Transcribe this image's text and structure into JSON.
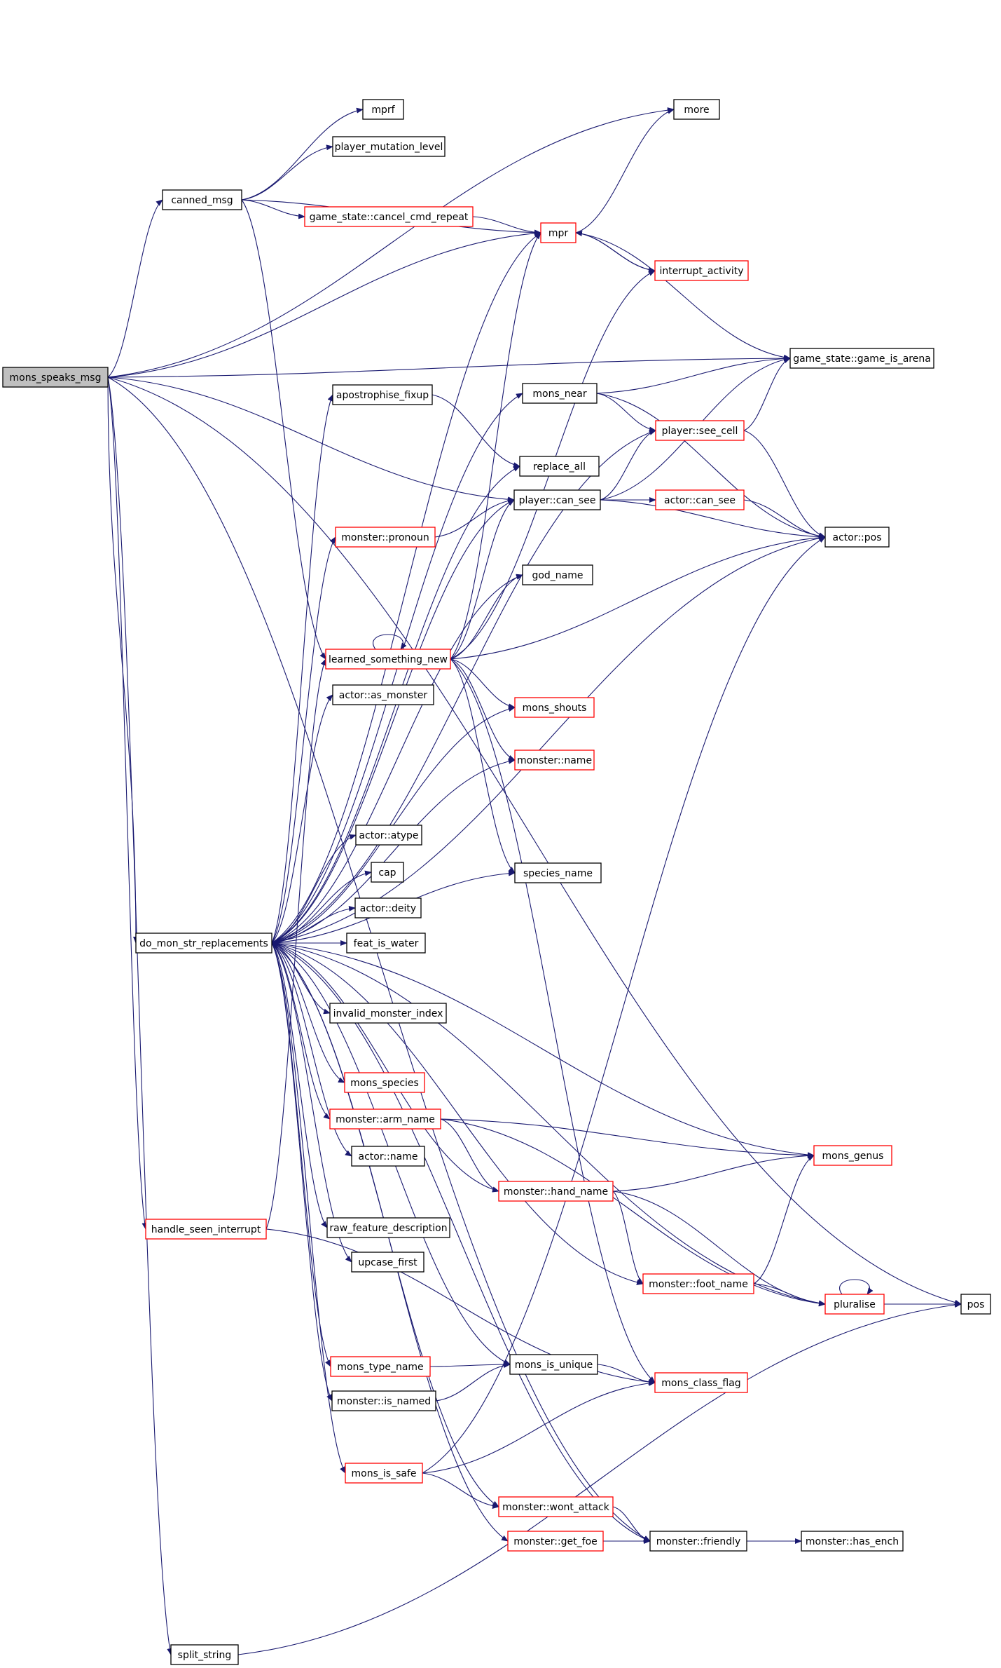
{
  "colors": {
    "edge": "#191970",
    "root_fill": "#bfbfbf",
    "node_fill": "#ffffff",
    "plain_border": "#000000",
    "link_border": "#ff0000"
  },
  "nodes": [
    {
      "id": "mons_speaks_msg",
      "label": "mons_speaks_msg",
      "style": "root"
    },
    {
      "id": "canned_msg",
      "label": "canned_msg",
      "style": "plain"
    },
    {
      "id": "do_mon_str_replacements",
      "label": "do_mon_str_replacements",
      "style": "plain"
    },
    {
      "id": "handle_seen_interrupt",
      "label": "handle_seen_interrupt",
      "style": "red"
    },
    {
      "id": "split_string",
      "label": "split_string",
      "style": "plain"
    },
    {
      "id": "mprf",
      "label": "mprf",
      "style": "plain"
    },
    {
      "id": "player_mutation_level",
      "label": "player_mutation_level",
      "style": "plain"
    },
    {
      "id": "cancel_cmd_repeat",
      "label": "game_state::cancel_cmd_repeat",
      "style": "red"
    },
    {
      "id": "more",
      "label": "more",
      "style": "plain"
    },
    {
      "id": "mpr",
      "label": "mpr",
      "style": "red"
    },
    {
      "id": "interrupt_activity",
      "label": "interrupt_activity",
      "style": "red"
    },
    {
      "id": "game_is_arena",
      "label": "game_state::game_is_arena",
      "style": "plain"
    },
    {
      "id": "mons_near",
      "label": "mons_near",
      "style": "plain"
    },
    {
      "id": "apostrophise_fixup",
      "label": "apostrophise_fixup",
      "style": "plain"
    },
    {
      "id": "see_cell",
      "label": "player::see_cell",
      "style": "red"
    },
    {
      "id": "replace_all",
      "label": "replace_all",
      "style": "plain"
    },
    {
      "id": "can_see",
      "label": "player::can_see",
      "style": "plain"
    },
    {
      "id": "actor_can_see",
      "label": "actor::can_see",
      "style": "red"
    },
    {
      "id": "pronoun",
      "label": "monster::pronoun",
      "style": "red"
    },
    {
      "id": "actor_pos",
      "label": "actor::pos",
      "style": "plain"
    },
    {
      "id": "god_name",
      "label": "god_name",
      "style": "plain"
    },
    {
      "id": "learned_something_new",
      "label": "learned_something_new",
      "style": "red"
    },
    {
      "id": "as_monster",
      "label": "actor::as_monster",
      "style": "plain"
    },
    {
      "id": "mons_shouts",
      "label": "mons_shouts",
      "style": "red"
    },
    {
      "id": "monster_name",
      "label": "monster::name",
      "style": "red"
    },
    {
      "id": "atype",
      "label": "actor::atype",
      "style": "plain"
    },
    {
      "id": "species_name",
      "label": "species_name",
      "style": "plain"
    },
    {
      "id": "cap",
      "label": "cap",
      "style": "plain"
    },
    {
      "id": "deity",
      "label": "actor::deity",
      "style": "plain"
    },
    {
      "id": "feat_is_water",
      "label": "feat_is_water",
      "style": "plain"
    },
    {
      "id": "invalid_monster_index",
      "label": "invalid_monster_index",
      "style": "plain"
    },
    {
      "id": "mons_species",
      "label": "mons_species",
      "style": "red"
    },
    {
      "id": "arm_name",
      "label": "monster::arm_name",
      "style": "red"
    },
    {
      "id": "mons_genus",
      "label": "mons_genus",
      "style": "red"
    },
    {
      "id": "actor_name",
      "label": "actor::name",
      "style": "plain"
    },
    {
      "id": "hand_name",
      "label": "monster::hand_name",
      "style": "red"
    },
    {
      "id": "raw_feature_description",
      "label": "raw_feature_description",
      "style": "plain"
    },
    {
      "id": "upcase_first",
      "label": "upcase_first",
      "style": "plain"
    },
    {
      "id": "foot_name",
      "label": "monster::foot_name",
      "style": "red"
    },
    {
      "id": "pluralise",
      "label": "pluralise",
      "style": "red"
    },
    {
      "id": "pos",
      "label": "pos",
      "style": "plain"
    },
    {
      "id": "mons_type_name",
      "label": "mons_type_name",
      "style": "red"
    },
    {
      "id": "mons_is_unique",
      "label": "mons_is_unique",
      "style": "plain"
    },
    {
      "id": "mons_class_flag",
      "label": "mons_class_flag",
      "style": "red"
    },
    {
      "id": "is_named",
      "label": "monster::is_named",
      "style": "plain"
    },
    {
      "id": "mons_is_safe",
      "label": "mons_is_safe",
      "style": "red"
    },
    {
      "id": "wont_attack",
      "label": "monster::wont_attack",
      "style": "red"
    },
    {
      "id": "get_foe",
      "label": "monster::get_foe",
      "style": "red"
    },
    {
      "id": "friendly",
      "label": "monster::friendly",
      "style": "plain"
    },
    {
      "id": "has_ench",
      "label": "monster::has_ench",
      "style": "plain"
    }
  ],
  "edges": [
    [
      "mons_speaks_msg",
      "canned_msg"
    ],
    [
      "mons_speaks_msg",
      "do_mon_str_replacements"
    ],
    [
      "mons_speaks_msg",
      "handle_seen_interrupt"
    ],
    [
      "mons_speaks_msg",
      "split_string"
    ],
    [
      "mons_speaks_msg",
      "more"
    ],
    [
      "mons_speaks_msg",
      "mpr"
    ],
    [
      "mons_speaks_msg",
      "pos"
    ],
    [
      "mons_speaks_msg",
      "game_is_arena"
    ],
    [
      "mons_speaks_msg",
      "can_see"
    ],
    [
      "mons_speaks_msg",
      "friendly"
    ],
    [
      "canned_msg",
      "mprf"
    ],
    [
      "canned_msg",
      "player_mutation_level"
    ],
    [
      "canned_msg",
      "cancel_cmd_repeat"
    ],
    [
      "canned_msg",
      "mpr"
    ],
    [
      "canned_msg",
      "learned_something_new"
    ],
    [
      "cancel_cmd_repeat",
      "mpr"
    ],
    [
      "mpr",
      "more"
    ],
    [
      "mpr",
      "interrupt_activity"
    ],
    [
      "mpr",
      "game_is_arena"
    ],
    [
      "interrupt_activity",
      "mpr"
    ],
    [
      "mons_near",
      "game_is_arena"
    ],
    [
      "mons_near",
      "see_cell"
    ],
    [
      "mons_near",
      "actor_pos"
    ],
    [
      "see_cell",
      "game_is_arena"
    ],
    [
      "see_cell",
      "actor_pos"
    ],
    [
      "apostrophise_fixup",
      "replace_all"
    ],
    [
      "can_see",
      "see_cell"
    ],
    [
      "can_see",
      "actor_can_see"
    ],
    [
      "can_see",
      "actor_pos"
    ],
    [
      "can_see",
      "game_is_arena"
    ],
    [
      "actor_can_see",
      "actor_pos"
    ],
    [
      "pronoun",
      "can_see"
    ],
    [
      "learned_something_new",
      "learned_something_new"
    ],
    [
      "learned_something_new",
      "interrupt_activity"
    ],
    [
      "learned_something_new",
      "mpr"
    ],
    [
      "learned_something_new",
      "god_name"
    ],
    [
      "learned_something_new",
      "can_see"
    ],
    [
      "learned_something_new",
      "actor_pos"
    ],
    [
      "learned_something_new",
      "mons_shouts"
    ],
    [
      "learned_something_new",
      "monster_name"
    ],
    [
      "learned_something_new",
      "species_name"
    ],
    [
      "learned_something_new",
      "mons_class_flag"
    ],
    [
      "do_mon_str_replacements",
      "mpr"
    ],
    [
      "do_mon_str_replacements",
      "mons_near"
    ],
    [
      "do_mon_str_replacements",
      "apostrophise_fixup"
    ],
    [
      "do_mon_str_replacements",
      "see_cell"
    ],
    [
      "do_mon_str_replacements",
      "replace_all"
    ],
    [
      "do_mon_str_replacements",
      "can_see"
    ],
    [
      "do_mon_str_replacements",
      "pronoun"
    ],
    [
      "do_mon_str_replacements",
      "god_name"
    ],
    [
      "do_mon_str_replacements",
      "as_monster"
    ],
    [
      "do_mon_str_replacements",
      "mons_shouts"
    ],
    [
      "do_mon_str_replacements",
      "monster_name"
    ],
    [
      "do_mon_str_replacements",
      "actor_pos"
    ],
    [
      "do_mon_str_replacements",
      "atype"
    ],
    [
      "do_mon_str_replacements",
      "cap"
    ],
    [
      "do_mon_str_replacements",
      "deity"
    ],
    [
      "do_mon_str_replacements",
      "feat_is_water"
    ],
    [
      "do_mon_str_replacements",
      "species_name"
    ],
    [
      "do_mon_str_replacements",
      "invalid_monster_index"
    ],
    [
      "do_mon_str_replacements",
      "mons_species"
    ],
    [
      "do_mon_str_replacements",
      "arm_name"
    ],
    [
      "do_mon_str_replacements",
      "mons_genus"
    ],
    [
      "do_mon_str_replacements",
      "actor_name"
    ],
    [
      "do_mon_str_replacements",
      "hand_name"
    ],
    [
      "do_mon_str_replacements",
      "raw_feature_description"
    ],
    [
      "do_mon_str_replacements",
      "upcase_first"
    ],
    [
      "do_mon_str_replacements",
      "foot_name"
    ],
    [
      "do_mon_str_replacements",
      "mons_type_name"
    ],
    [
      "do_mon_str_replacements",
      "mons_is_unique"
    ],
    [
      "do_mon_str_replacements",
      "is_named"
    ],
    [
      "do_mon_str_replacements",
      "pluralise"
    ],
    [
      "do_mon_str_replacements",
      "mons_is_safe"
    ],
    [
      "do_mon_str_replacements",
      "wont_attack"
    ],
    [
      "do_mon_str_replacements",
      "get_foe"
    ],
    [
      "do_mon_str_replacements",
      "friendly"
    ],
    [
      "arm_name",
      "mons_genus"
    ],
    [
      "arm_name",
      "hand_name"
    ],
    [
      "arm_name",
      "pluralise"
    ],
    [
      "hand_name",
      "mons_genus"
    ],
    [
      "hand_name",
      "foot_name"
    ],
    [
      "hand_name",
      "pluralise"
    ],
    [
      "foot_name",
      "mons_genus"
    ],
    [
      "foot_name",
      "pluralise"
    ],
    [
      "pluralise",
      "pluralise"
    ],
    [
      "pluralise",
      "pos"
    ],
    [
      "mons_type_name",
      "mons_is_unique"
    ],
    [
      "is_named",
      "mons_is_unique"
    ],
    [
      "mons_is_unique",
      "mons_class_flag"
    ],
    [
      "mons_is_safe",
      "mons_class_flag"
    ],
    [
      "mons_is_safe",
      "actor_pos"
    ],
    [
      "mons_is_safe",
      "wont_attack"
    ],
    [
      "wont_attack",
      "friendly"
    ],
    [
      "get_foe",
      "friendly"
    ],
    [
      "friendly",
      "has_ench"
    ],
    [
      "handle_seen_interrupt",
      "mons_class_flag"
    ],
    [
      "handle_seen_interrupt",
      "learned_something_new"
    ],
    [
      "split_string",
      "pos"
    ]
  ]
}
